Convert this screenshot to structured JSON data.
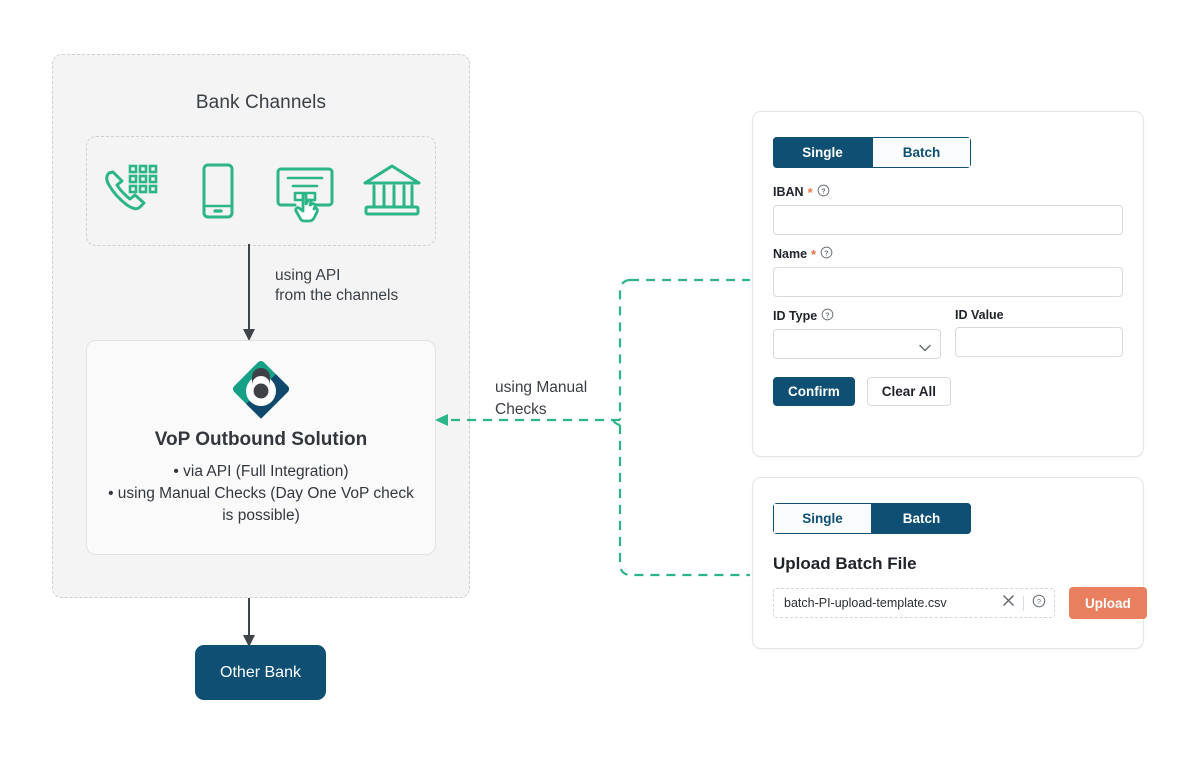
{
  "diagram": {
    "bank_channels_title": "Bank Channels",
    "channel_icons": [
      "phone-keypad-icon",
      "mobile-phone-icon",
      "kiosk-touch-icon",
      "bank-building-icon"
    ],
    "api_arrow_label_line1": "using API",
    "api_arrow_label_line2": "from the channels",
    "manual_label_line1": "using Manual",
    "manual_label_line2": "Checks",
    "vop": {
      "logo": "vop-logo-icon",
      "title": "VoP Outbound Solution",
      "bullets": [
        "•  via API (Full Integration)",
        "•  using Manual Checks (Day One VoP check is possible)"
      ]
    },
    "other_bank_label": "Other Bank"
  },
  "single_panel": {
    "tabs": [
      {
        "label": "Single",
        "active": true
      },
      {
        "label": "Batch",
        "active": false
      }
    ],
    "fields": {
      "iban": {
        "label": "IBAN",
        "required": "*",
        "help": "help-circle-icon",
        "value": ""
      },
      "name": {
        "label": "Name",
        "required": "*",
        "help": "help-circle-icon",
        "value": ""
      },
      "id_type": {
        "label": "ID Type",
        "help": "help-circle-icon",
        "value": ""
      },
      "id_value": {
        "label": "ID Value",
        "value": ""
      }
    },
    "confirm_label": "Confirm",
    "clear_label": "Clear All"
  },
  "batch_panel": {
    "tabs": [
      {
        "label": "Single",
        "active": false
      },
      {
        "label": "Batch",
        "active": true
      }
    ],
    "upload_title": "Upload Batch File",
    "file_name": "batch-PI-upload-template.csv",
    "clear_icon": "close-x-icon",
    "help_icon": "help-circle-icon",
    "upload_label": "Upload"
  },
  "colors": {
    "accent_navy": "#0e4f73",
    "accent_teal": "#2bb588",
    "accent_coral": "#e8805f",
    "panel_bg": "#f4f4f4",
    "text_dark": "#33373d"
  }
}
